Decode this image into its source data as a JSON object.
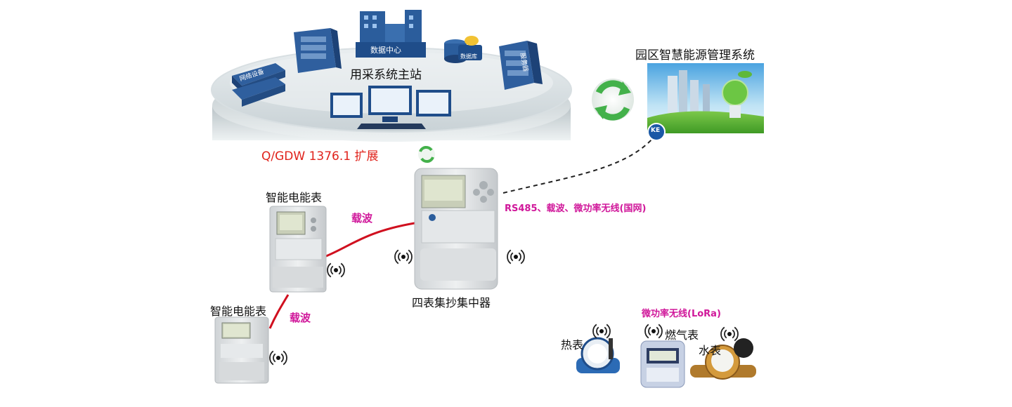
{
  "main_station": {
    "title": "用采系统主站",
    "data_center": "数据中心",
    "database": "数据库",
    "server": "服务器",
    "network_device": "网络设备",
    "protocol": "Q/GDW 1376.1 扩展"
  },
  "energy_system": {
    "title": "园区智慧能源管理系统",
    "logo": "KE"
  },
  "concentrator": {
    "label": "四表集抄集中器",
    "link_text": "RS485、载波、微功率无线(国网)"
  },
  "meters": {
    "smart_meter_1": "智能电能表",
    "smart_meter_2": "智能电能表",
    "carrier_1": "载波",
    "carrier_2": "载波"
  },
  "wireless": {
    "title": "微功率无线(LoRa)",
    "heat": "热表",
    "gas": "燃气表",
    "water": "水表"
  },
  "colors": {
    "magenta": "#d0179a",
    "red": "#e0231c",
    "carrier_line": "#d0101f"
  }
}
